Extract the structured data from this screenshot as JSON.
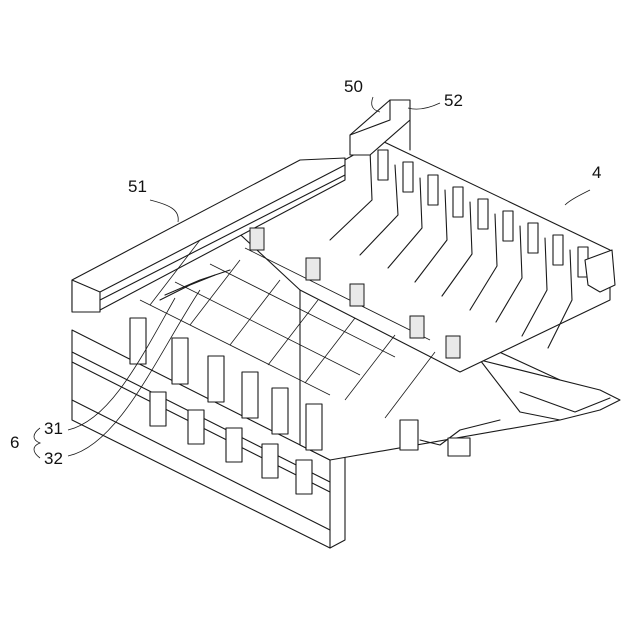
{
  "labels": {
    "ref_50": "50",
    "ref_52": "52",
    "ref_51": "51",
    "ref_4": "4",
    "ref_6": "6",
    "ref_31": "31",
    "ref_32": "32"
  },
  "colors": {
    "line": "#1a1a1a",
    "background": "#ffffff"
  }
}
